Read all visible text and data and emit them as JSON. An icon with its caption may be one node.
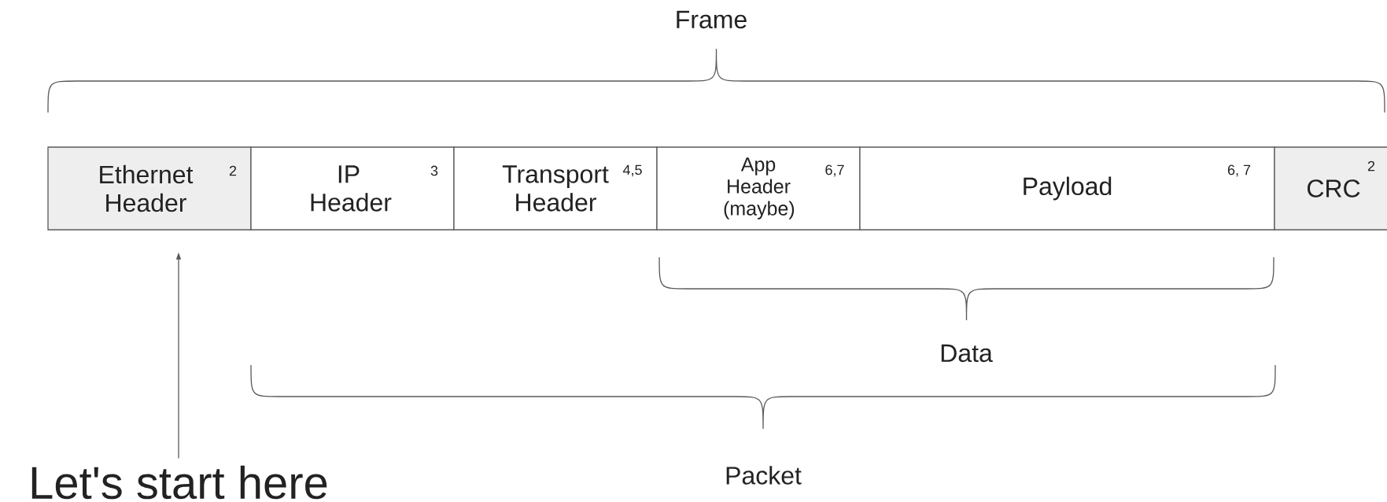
{
  "diagram": {
    "nodes": [
      {
        "text": [
          "Ethernet Header",
          "2"
        ]
      },
      {
        "text": [
          "IP Header",
          "3"
        ]
      },
      {
        "text": [
          "Transport Header",
          "4,5"
        ]
      },
      {
        "text": [
          "App Header (maybe)",
          "6,7"
        ]
      },
      {
        "text": [
          "Payload",
          "6, 7"
        ]
      },
      {
        "text": [
          "CRC",
          "2"
        ]
      },
      {
        "text": [
          "Let's start here"
        ]
      }
    ],
    "edges": [
      {
        "from": 6,
        "to": 0,
        "arrow": "to"
      }
    ],
    "labels": [
      "Frame",
      "Data",
      "Packet"
    ]
  }
}
